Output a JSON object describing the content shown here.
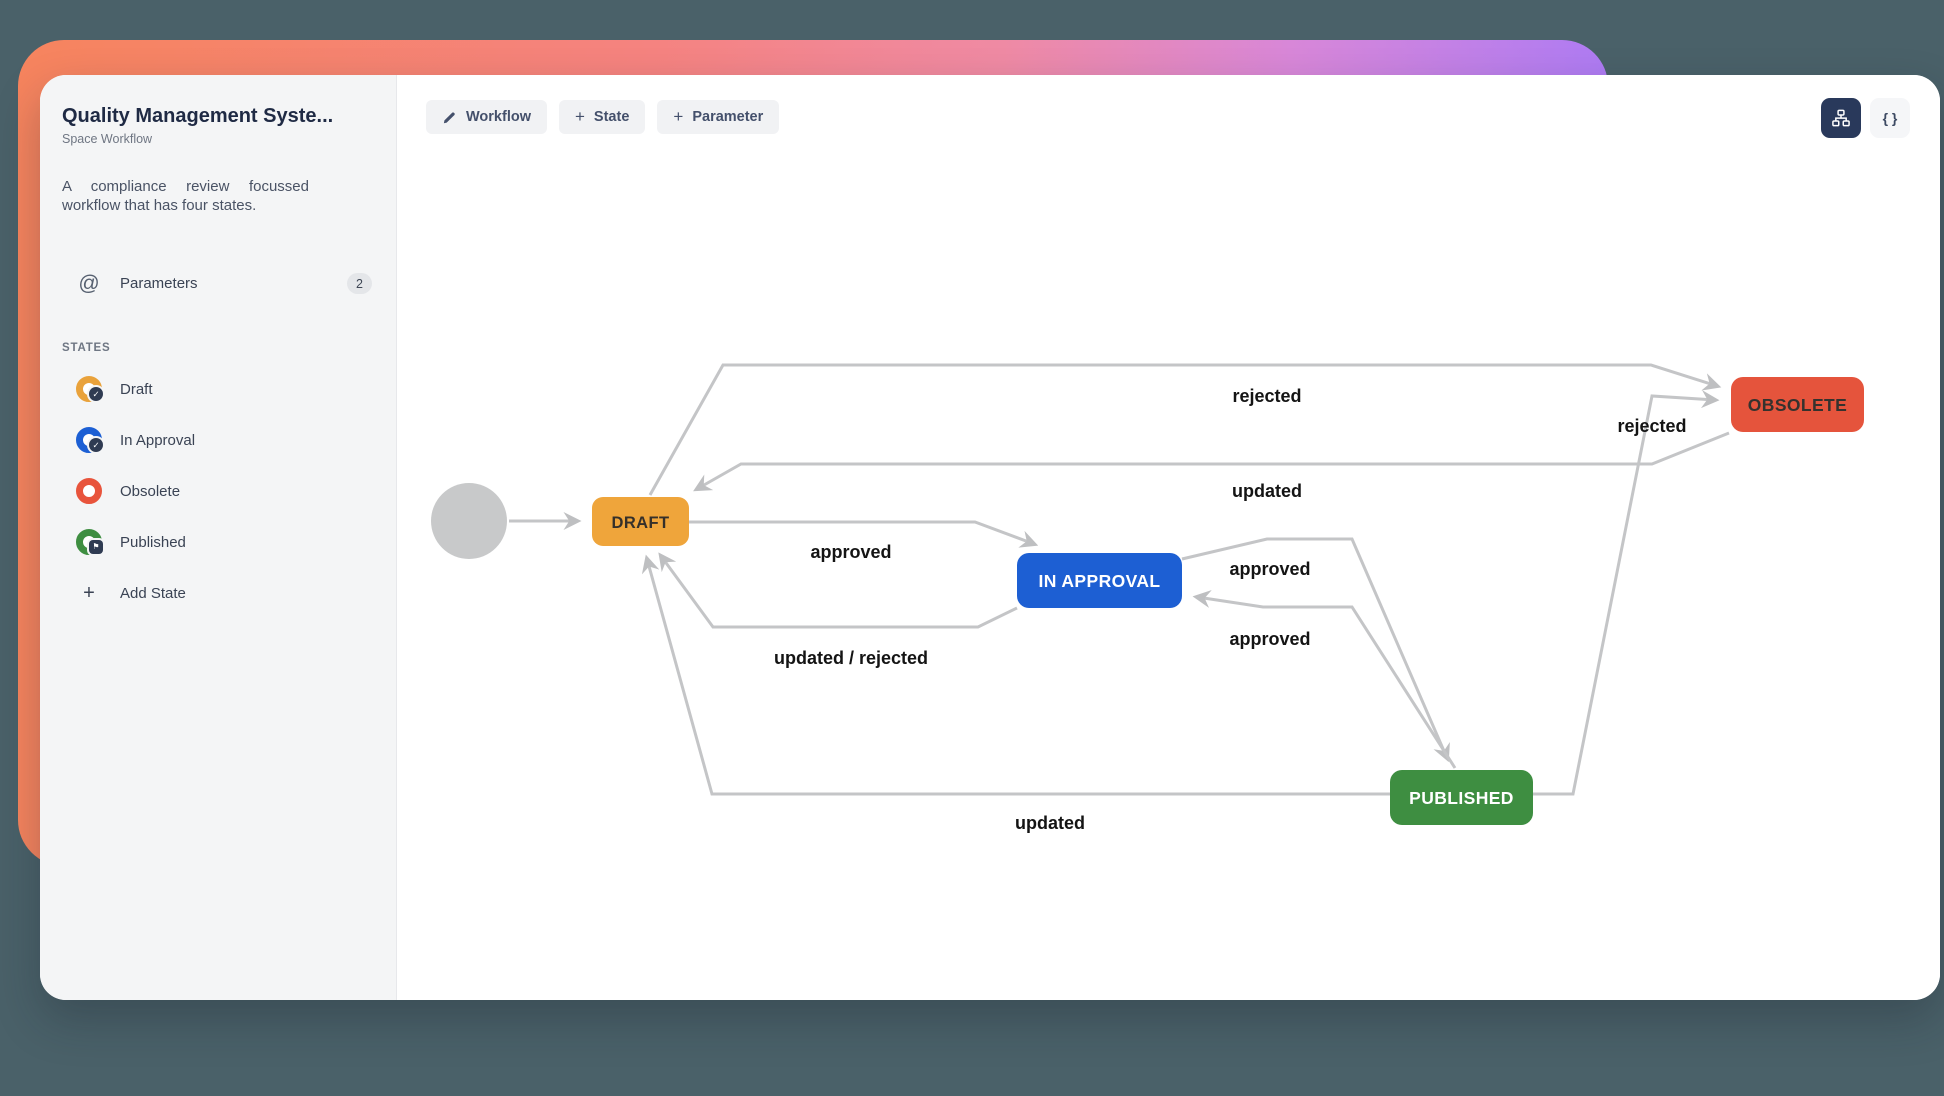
{
  "app": {
    "background_color": "#4A6169",
    "frame_gradient": {
      "from": "#F6845E",
      "mid": "#EF8AA4",
      "to": "#AE7BF3"
    }
  },
  "icons": {
    "at_sign": "@",
    "plus": "+",
    "check": "✓",
    "flag": "⚑"
  },
  "sidebar": {
    "title": "Quality Management Syste...",
    "subtitle": "Space Workflow",
    "description": "A compliance review focussed workflow that has four states.",
    "parameters": {
      "label": "Parameters",
      "count": "2"
    },
    "states_header": "STATES",
    "states": [
      {
        "label": "Draft",
        "color": "#E9A23B",
        "badge": "check"
      },
      {
        "label": "In Approval",
        "color": "#1C5FD4",
        "badge": "check"
      },
      {
        "label": "Obsolete",
        "color": "#E8543C",
        "badge": "none"
      },
      {
        "label": "Published",
        "color": "#3E8E41",
        "badge": "flag"
      }
    ],
    "add_state_label": "Add State"
  },
  "toolbar": {
    "workflow_label": "Workflow",
    "state_label": "State",
    "parameter_label": "Parameter"
  },
  "view_toggle": {
    "active_view": "diagram",
    "code_label": "{ }"
  },
  "diagram": {
    "edge_color": "#C4C5C7",
    "start": {
      "color": "#C8C9CA"
    },
    "nodes": [
      {
        "id": "draft",
        "label": "DRAFT",
        "color": "#EFA53B",
        "text_color": "#35302A"
      },
      {
        "id": "in-approval",
        "label": "IN APPROVAL",
        "color": "#1D5FD3",
        "text_color": "#FFFFFF"
      },
      {
        "id": "obsolete",
        "label": "OBSOLETE",
        "color": "#E5543C",
        "text_color": "#35322E"
      },
      {
        "id": "published",
        "label": "PUBLISHED",
        "color": "#3E8E41",
        "text_color": "#FFFFFF"
      }
    ],
    "edges": [
      {
        "from": "start",
        "to": "draft",
        "label": ""
      },
      {
        "from": "draft",
        "to": "obsolete",
        "label": "rejected"
      },
      {
        "from": "obsolete",
        "to": "draft",
        "label": "updated"
      },
      {
        "from": "draft",
        "to": "in-approval",
        "label": "approved"
      },
      {
        "from": "in-approval",
        "to": "draft",
        "label": "updated / rejected"
      },
      {
        "from": "in-approval",
        "to": "published",
        "label": "approved"
      },
      {
        "from": "published",
        "to": "in-approval",
        "label": "approved"
      },
      {
        "from": "published",
        "to": "draft",
        "label": "updated"
      },
      {
        "from": "published",
        "to": "obsolete",
        "label": "rejected"
      }
    ]
  }
}
